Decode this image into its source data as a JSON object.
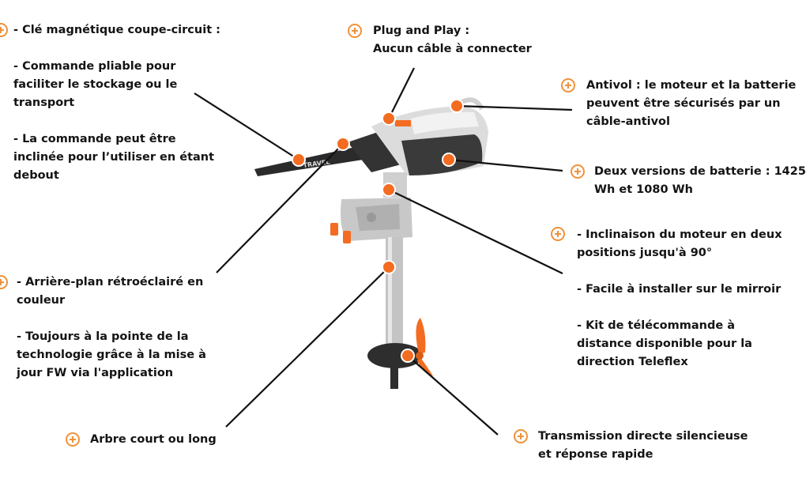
{
  "colors": {
    "accent": "#f0923a",
    "marker": "#f36c21",
    "text": "#141414",
    "leader_line": "#111111",
    "motor_dark": "#2b2b2b",
    "motor_light": "#d9d9d9"
  },
  "callouts": {
    "cle": {
      "icon": "plus-circle-icon",
      "lines": [
        "- Clé magnétique coupe-circuit :"
      ]
    },
    "commande": {
      "lines": [
        "- Commande pliable pour",
        "faciliter le stockage ou le",
        "transport",
        "",
        "- La commande peut être",
        "inclinée pour l’utiliser en étant",
        "debout"
      ]
    },
    "plug": {
      "icon": "plus-circle-icon",
      "lines": [
        "Plug and Play :",
        "Aucun câble à connecter"
      ]
    },
    "antivol": {
      "icon": "plus-circle-icon",
      "lines": [
        "Antivol : le moteur et la batterie",
        "peuvent être sécurisés par un",
        "câble-antivol"
      ]
    },
    "batterie": {
      "icon": "plus-circle-icon",
      "lines": [
        "Deux versions de batterie : 1425",
        "Wh et 1080 Wh"
      ]
    },
    "arriere": {
      "icon": "plus-circle-icon",
      "lines": [
        "- Arrière-plan rétroéclairé en",
        "couleur",
        "",
        "- Toujours à la pointe de la",
        "technologie grâce à la mise à",
        "jour FW via l'application"
      ]
    },
    "inclinaison": {
      "icon": "plus-circle-icon",
      "lines": [
        "- Inclinaison du moteur en deux",
        "positions jusqu'à 90°",
        "",
        "- Facile à installer sur le mirroir",
        "",
        "- Kit de télécommande à",
        "distance disponible pour la",
        "direction Teleflex"
      ]
    },
    "arbre": {
      "icon": "plus-circle-icon",
      "lines": [
        "Arbre court ou long"
      ]
    },
    "transmission": {
      "icon": "plus-circle-icon",
      "lines": [
        "Transmission directe silencieuse",
        "et réponse rapide"
      ]
    }
  },
  "product": {
    "brand_label": "TRAVEL"
  }
}
